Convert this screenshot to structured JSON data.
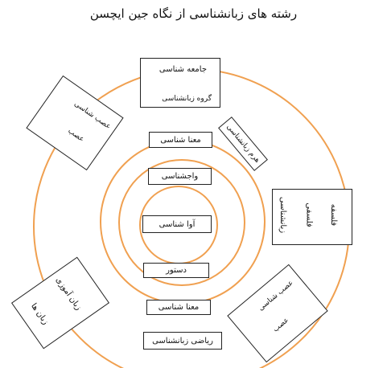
{
  "title": "رشته های زبانشناسی از نگاه جین ایچسن",
  "colors": {
    "ring": "#f0a050",
    "border": "#222222"
  },
  "boxes": {
    "top": {
      "line1": "جامعه شناسی",
      "line2": "گروه زبانشناسی"
    },
    "center_stack": {
      "b1": "معنا شناسی",
      "b2": "واجشناسی",
      "b3": "آوا شناسی",
      "b4": "دستور",
      "b5": "معنا شناسی",
      "b6": "ریاضی زبانشناسی"
    },
    "right_tilted": "هرم زبانشناسی",
    "right": {
      "line1": "زبانشناسی",
      "line2": "فلسفی",
      "line3": "فلسفه"
    },
    "top_left": {
      "line1": "عصب شناسی",
      "line2": "عصب"
    },
    "bottom_left": {
      "line1": "زبان آموزی",
      "line2": "زبان ها"
    },
    "bottom_right": {
      "line1": "عصب شناسی",
      "line2": "عصب"
    }
  }
}
